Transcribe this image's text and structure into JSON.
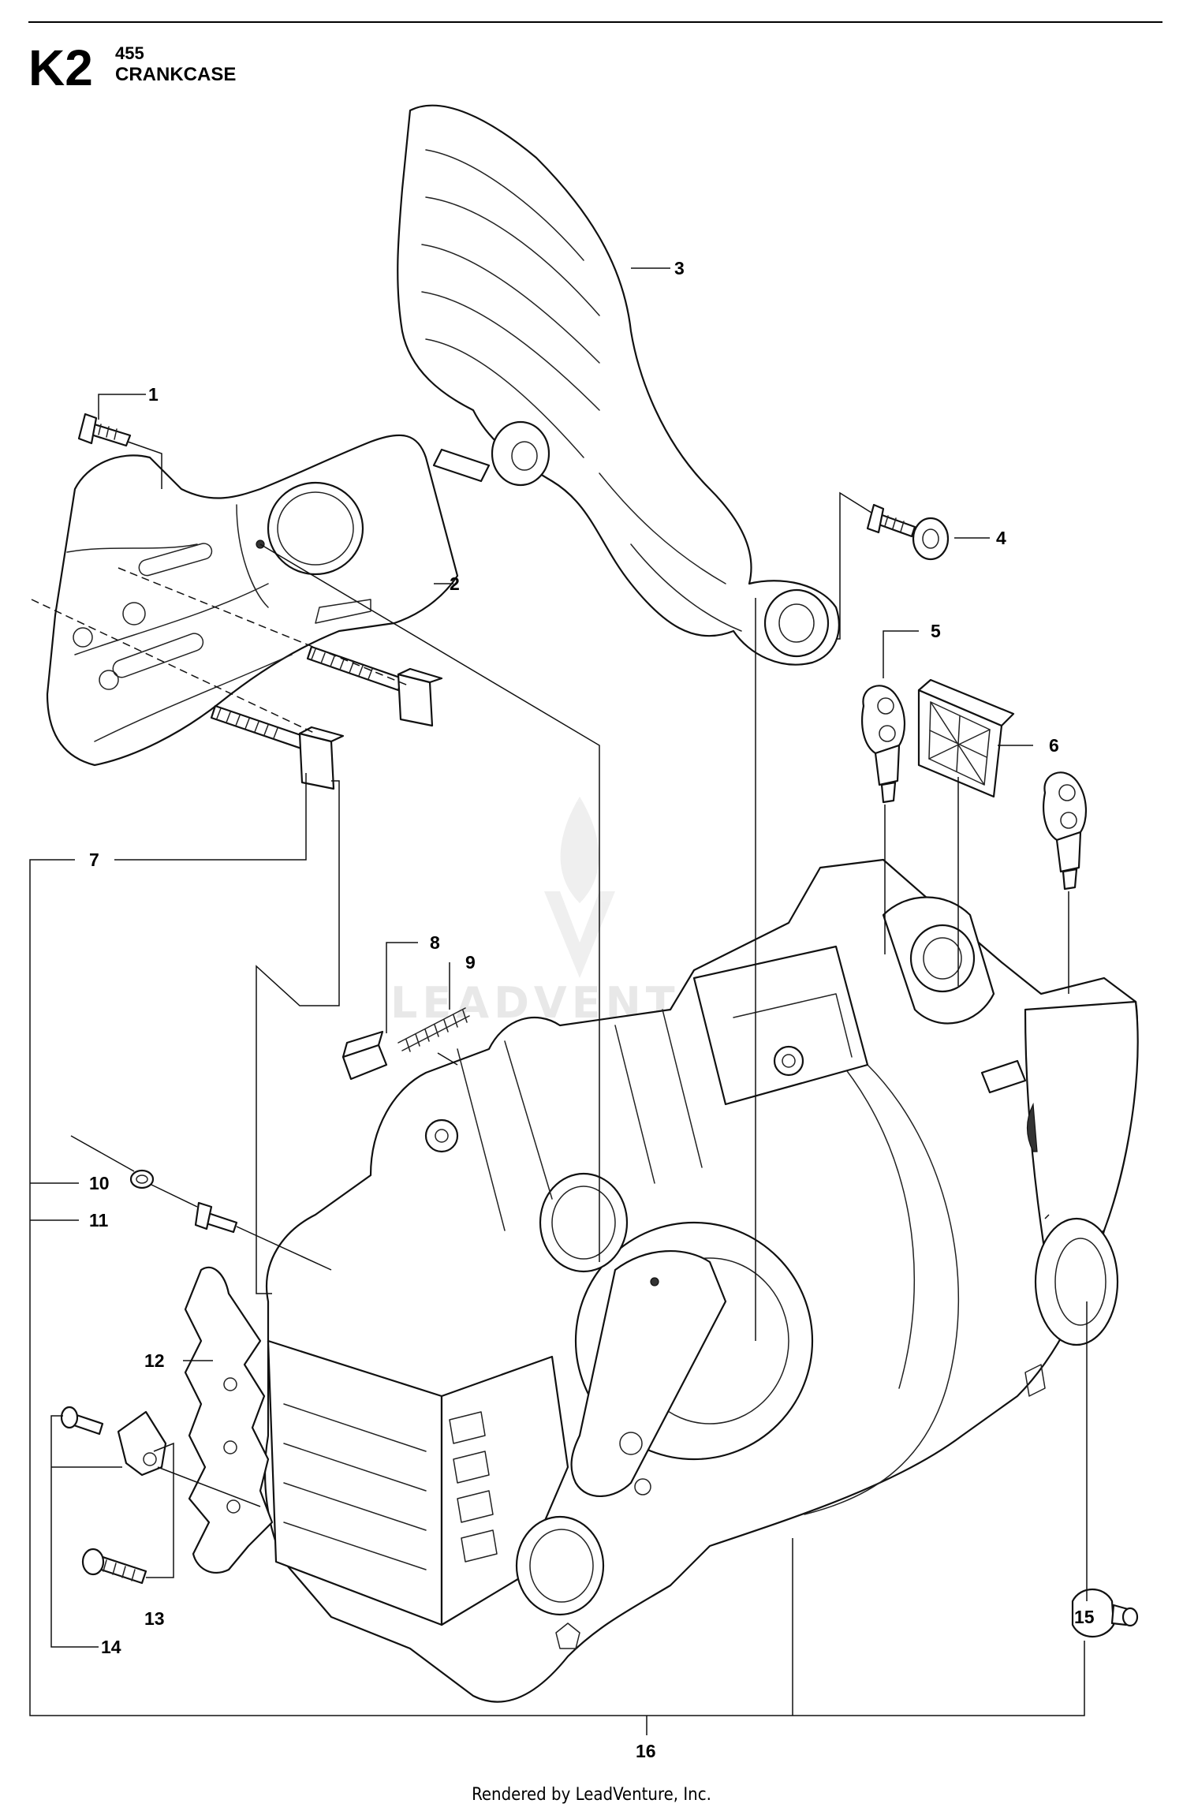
{
  "header": {
    "section_code": "K2",
    "model": "455",
    "title": "CRANKCASE"
  },
  "watermark": "LEADVENTURE",
  "footer": "Rendered by LeadVenture, Inc.",
  "callouts": [
    "1",
    "2",
    "3",
    "4",
    "5",
    "6",
    "7",
    "8",
    "9",
    "10",
    "11",
    "12",
    "13",
    "14",
    "15",
    "16"
  ]
}
